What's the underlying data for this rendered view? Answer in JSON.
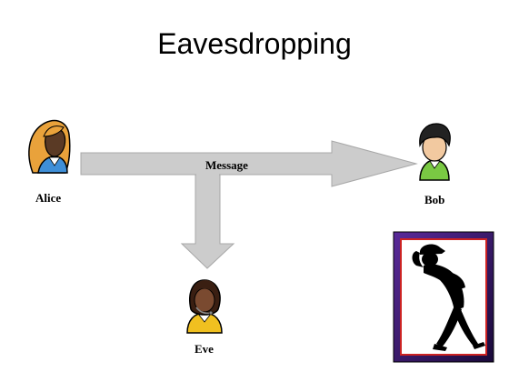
{
  "title": "Eavesdropping",
  "arrow_label": "Message",
  "people": {
    "alice": "Alice",
    "bob": "Bob",
    "eve": "Eve"
  },
  "colors": {
    "arrow_fill": "#cccccc",
    "arrow_stroke": "#999999",
    "frame_outer": "#3a1a6b",
    "frame_inner": "#cc2222"
  }
}
